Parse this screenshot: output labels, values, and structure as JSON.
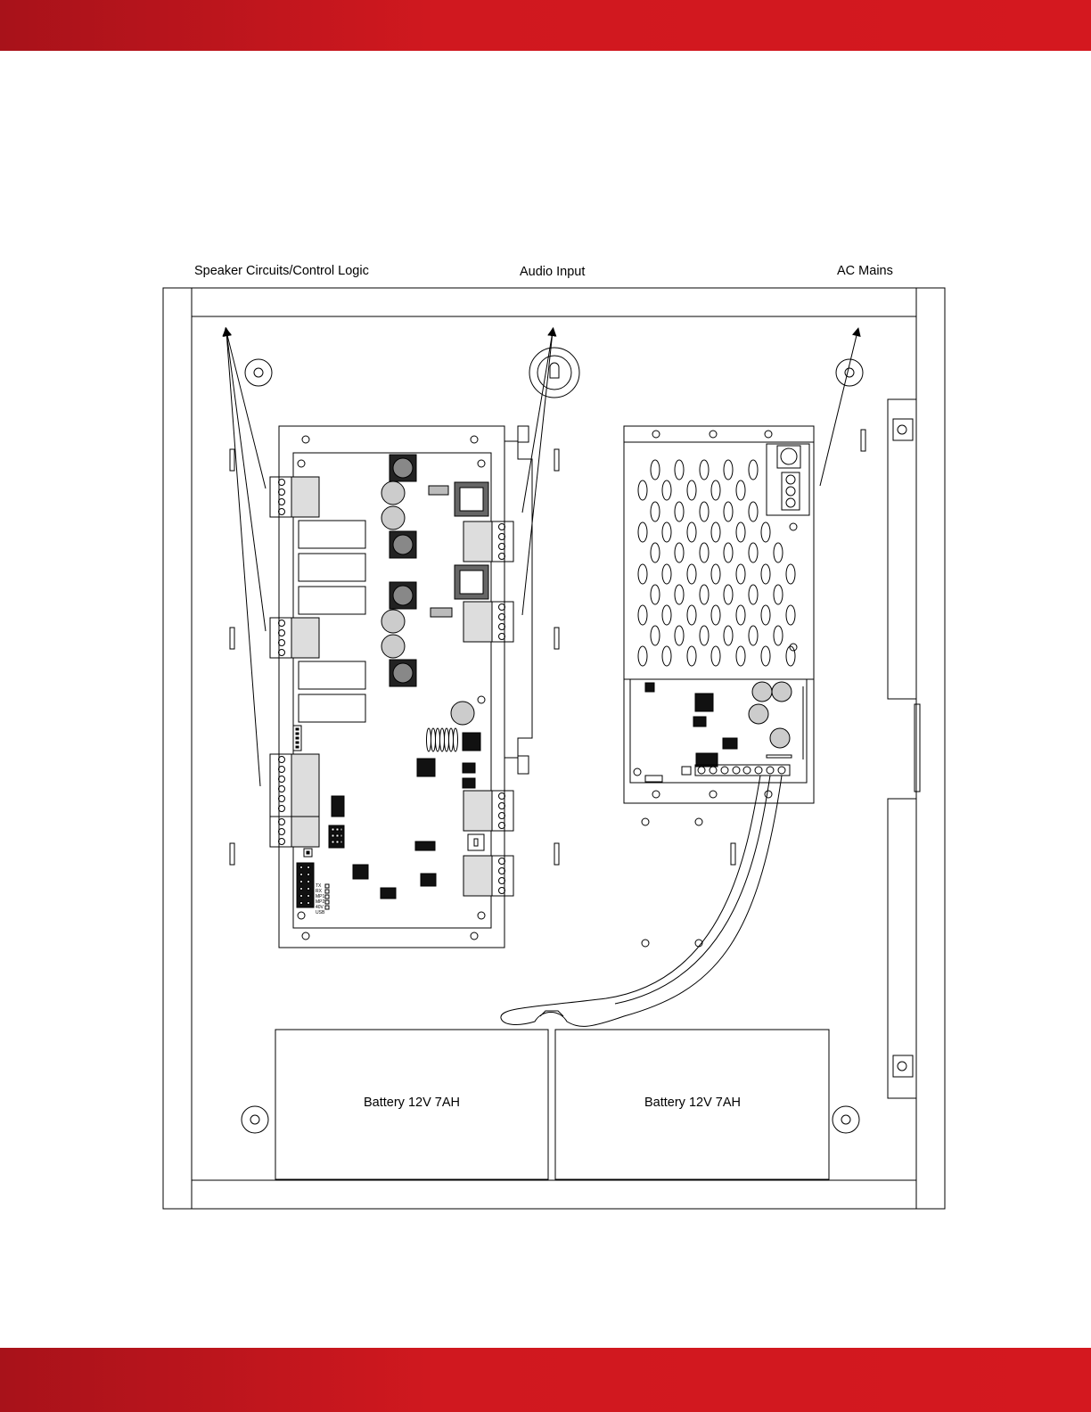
{
  "header_band": {
    "color": "#c8161e"
  },
  "footer_band": {
    "color": "#c8161e"
  },
  "callouts": {
    "speaker": "Speaker Circuits/Control Logic",
    "audio": "Audio Input",
    "ac": "AC Mains"
  },
  "batteries": {
    "left": "Battery 12V 7AH",
    "right": "Battery 12V 7AH"
  },
  "led_labels": [
    "TX",
    "RX",
    "MP1",
    "MP2",
    "40V",
    "USB"
  ]
}
